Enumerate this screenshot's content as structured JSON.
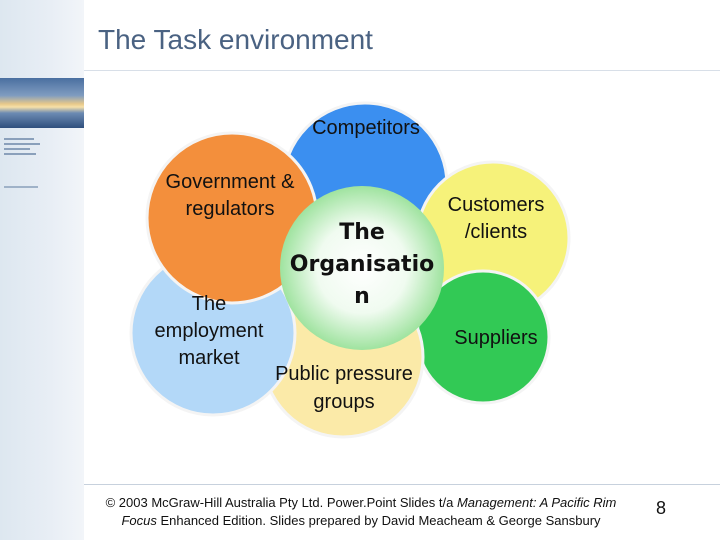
{
  "slide": {
    "title": "The Task environment",
    "page_number": "8"
  },
  "diagram": {
    "center": {
      "lines": [
        "The",
        "Organisatio",
        "n"
      ],
      "color": "#9fe39f"
    },
    "circles": [
      {
        "id": "competitors",
        "lines": [
          "Competitors"
        ],
        "color": "#3b8ff0"
      },
      {
        "id": "customers",
        "lines": [
          "Customers",
          "/clients"
        ],
        "color": "#f6f27a"
      },
      {
        "id": "suppliers",
        "lines": [
          "Suppliers"
        ],
        "color": "#32c955"
      },
      {
        "id": "public-pressure",
        "lines": [
          "Public pressure",
          "groups"
        ],
        "color": "#fbeaa8"
      },
      {
        "id": "employment-market",
        "lines": [
          "The",
          "employment",
          "market"
        ],
        "color": "#b3d8f8"
      },
      {
        "id": "government",
        "lines": [
          "Government &",
          "regulators"
        ],
        "color": "#f38f3c"
      }
    ]
  },
  "footer": {
    "pre": "© 2003 McGraw-Hill Australia Pty Ltd. Power.Point Slides t/a ",
    "italic_1": "Management: A Pacific Rim Focus",
    "post": " Enhanced Edition. Slides prepared by David Meacheam & George Sansbury"
  },
  "sidebar": {
    "icon": "ocean-sunset-photo"
  }
}
